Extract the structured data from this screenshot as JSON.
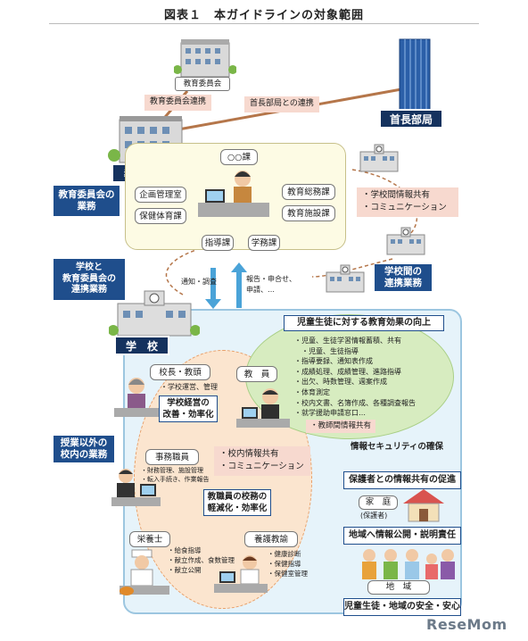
{
  "title": "図表１　本ガイドラインの対象範囲",
  "top": {
    "top_board_label": "教育委員会",
    "link_board": "教育委員会連携",
    "link_mayor": "首長部局との連携",
    "mayor_label": "首長部局"
  },
  "board": {
    "label": "教育委員会",
    "side_label": "教育委員会の\n業務",
    "sections": [
      "○○課",
      "企画管理室",
      "教育総務課",
      "保健体育課",
      "教育施設課",
      "指導課",
      "学務課"
    ]
  },
  "inter_school": {
    "bubble": "・学校間情報共有\n・コミュニケーション",
    "label": "学校間の\n連携業務"
  },
  "arrows": {
    "label": "学校と\n教育委員会の\n連携業務",
    "down_text": "通知・調査",
    "up_text": "報告・申合せ、\n申請、…"
  },
  "school": {
    "label": "学　校",
    "principal": "校長・教頭",
    "principal_task": "・学校運営、管理",
    "management": "学校経営の\n改善・効率化",
    "teacher": "教　員",
    "office": "事務職員",
    "office_tasks": "・財務管理、施設管理\n・転入手続き、作業報告",
    "share": "・校内情報共有\n・コミュニケーション",
    "burden": "教職員の校務の\n軽減化・効率化",
    "nutrition": "栄養士",
    "nutrition_tasks": "・給食指導\n・献立作成、食数管理\n・献立公開",
    "nurse": "養護教諭",
    "nurse_tasks": "・健康診断\n・保健指導\n・保健室管理",
    "side_label": "授業以外の\n校内の業務"
  },
  "effect": {
    "title": "児童生徒に対する教育効果の向上",
    "items": "・児童、生徒学習情報蓄積、共有\n　・児童、生徒指導\n・指導要録、通知表作成\n・成績処理、成績管理、進路指導\n・出欠、時数管理、週案作成\n・体育測定\n・校内文書、名簿作成、各種調査報告\n・就学援助申請窓口…",
    "teacher_share": "・教師間情報共有",
    "security": "情報セキュリティの確保"
  },
  "outside": {
    "parents_share": "保護者との情報共有の促進",
    "home": "家　庭",
    "home_sub": "(保護者)",
    "disclosure": "地域へ情報公開・説明責任",
    "community": "地　域",
    "safety": "児童生徒・地域の安全・安心"
  },
  "watermark": "ReseMom",
  "colors": {
    "navy": "#15325e",
    "blue": "#1f4e8c",
    "cream": "#fdfbe4",
    "school_bg": "#e6f3fa",
    "green": "#d7ecc0",
    "pink": "#f7d9cf",
    "orange": "#fbe5cf",
    "arrow": "#4aa3d8",
    "brown": "#b5764a"
  }
}
